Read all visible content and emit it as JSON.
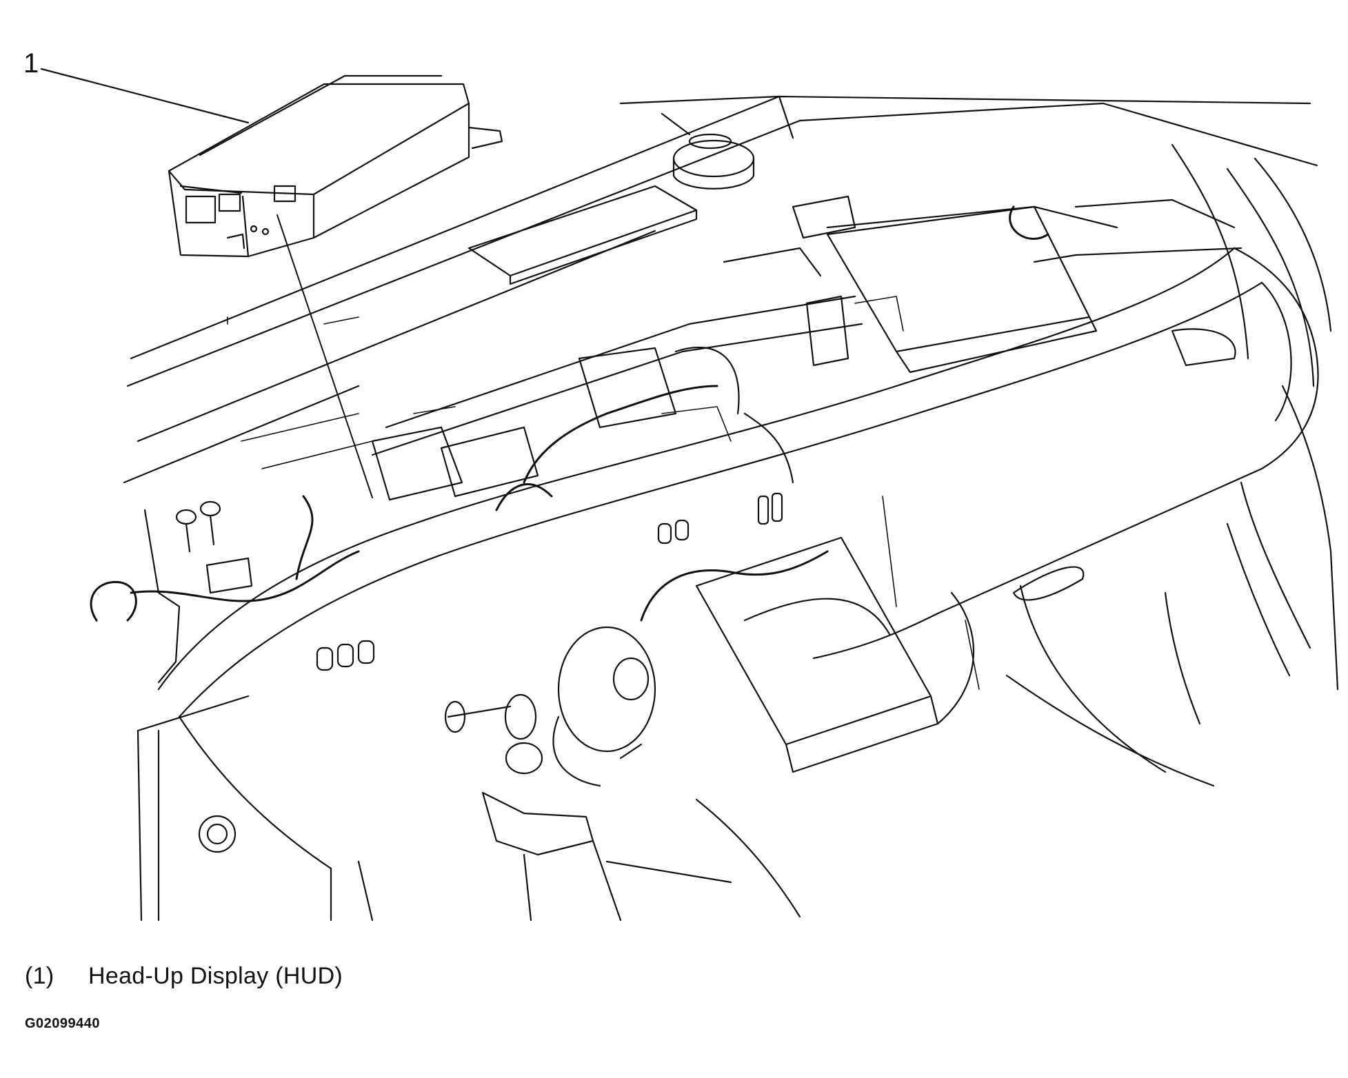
{
  "diagram": {
    "callouts": [
      {
        "number": "1"
      }
    ],
    "legend": [
      {
        "number": "(1)",
        "label": "Head-Up Display (HUD)"
      }
    ],
    "figure_id": "G02099440",
    "colors": {
      "line": "#111111",
      "background": "#ffffff"
    }
  }
}
